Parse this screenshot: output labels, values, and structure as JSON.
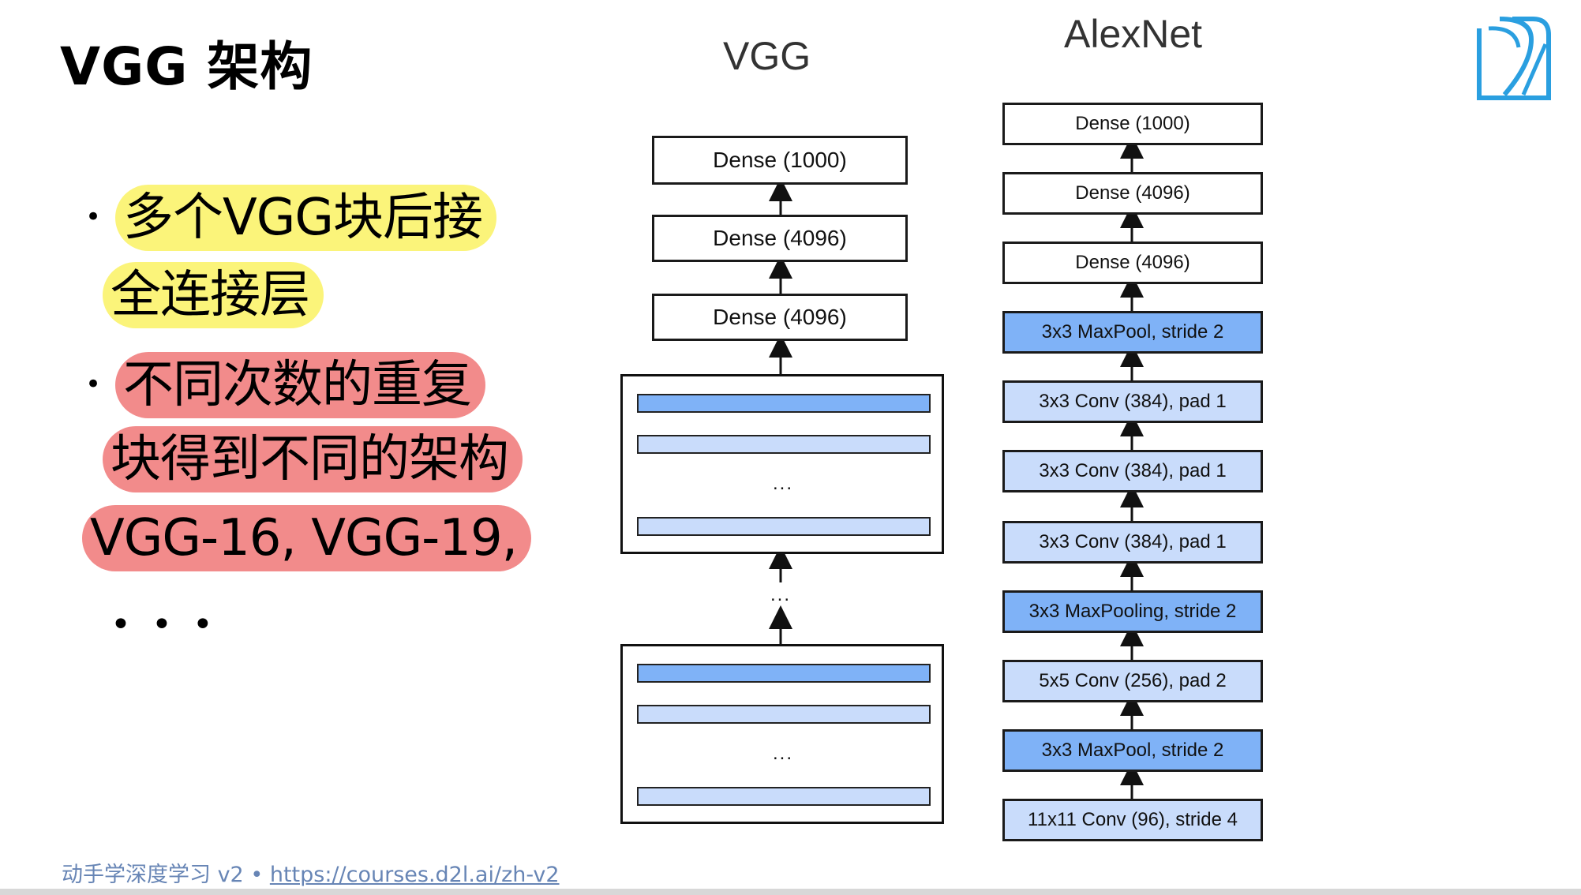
{
  "slide": {
    "title": "VGG 架构",
    "bullets": [
      {
        "lines": [
          "多个VGG块后接",
          "全连接层"
        ],
        "highlight": "#fbf47a"
      },
      {
        "lines": [
          "不同次数的重复",
          "块得到不同的架构",
          "VGG-16, VGG-19,"
        ],
        "highlight": "#f28b8b"
      }
    ],
    "ellipsis": "• • •",
    "footer_text": "动手学深度学习 v2 • ",
    "footer_link": "https://courses.d2l.ai/zh-v2"
  },
  "vgg": {
    "title": "VGG",
    "dense_layers": [
      "Dense (1000)",
      "Dense (4096)",
      "Dense (4096)"
    ],
    "ellipsis": "..."
  },
  "alexnet": {
    "title": "AlexNet",
    "layers": [
      {
        "label": "Dense (1000)",
        "style": "white"
      },
      {
        "label": "Dense (4096)",
        "style": "white"
      },
      {
        "label": "Dense (4096)",
        "style": "white"
      },
      {
        "label": "3x3 MaxPool, stride 2",
        "style": "dark"
      },
      {
        "label": "3x3 Conv (384), pad 1",
        "style": "light"
      },
      {
        "label": "3x3 Conv (384), pad 1",
        "style": "light"
      },
      {
        "label": "3x3 Conv (384), pad 1",
        "style": "light"
      },
      {
        "label": "3x3 MaxPooling, stride 2",
        "style": "dark"
      },
      {
        "label": "5x5 Conv (256), pad 2",
        "style": "light"
      },
      {
        "label": "3x3 MaxPool, stride 2",
        "style": "dark"
      },
      {
        "label": "11x11 Conv (96), stride 4",
        "style": "light"
      }
    ]
  },
  "colors": {
    "dark_block": "#7fb2f7",
    "light_block": "#c9dcfb",
    "yellow_highlight": "#fbf47a",
    "red_highlight": "#f28b8b",
    "logo": "#2a9fe0",
    "footer": "#6785b5"
  }
}
